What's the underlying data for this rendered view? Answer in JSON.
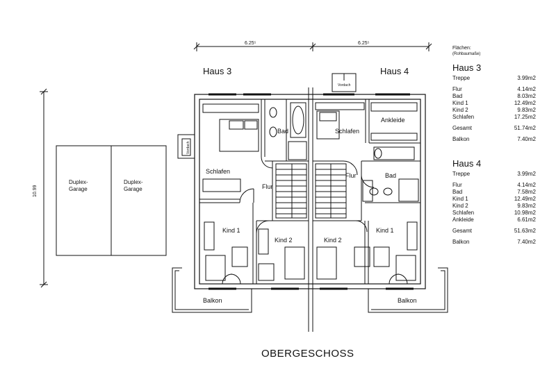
{
  "dimensions": {
    "top_left": "6.25⁵",
    "top_right": "6.25⁵",
    "vertical": "10.99"
  },
  "garage": {
    "label_1": "Duplex-\nGarage",
    "label_2": "Duplex-\nGarage"
  },
  "haus3": {
    "title": "Haus 3",
    "rooms": {
      "bad": "Bad",
      "schlafen": "Schlafen",
      "flur": "Flur",
      "kind1": "Kind 1",
      "kind2": "Kind 2",
      "balkon": "Balkon",
      "vordach": "Vordach"
    }
  },
  "haus4": {
    "title": "Haus 4",
    "rooms": {
      "schlafen": "Schlafen",
      "ankleide": "Ankleide",
      "flur": "Flur",
      "bad": "Bad",
      "kind1": "Kind 1",
      "kind2": "Kind 2",
      "balkon": "Balkon",
      "vordach": "Vordach"
    }
  },
  "floor_title": "OBERGESCHOSS",
  "areas": {
    "header": "Flächen:",
    "subheader": "(Rohbaumaße)",
    "haus3": {
      "title": "Haus 3",
      "treppe": [
        "Treppe",
        "3.99m2"
      ],
      "rows": [
        [
          "Flur",
          "4.14m2"
        ],
        [
          "Bad",
          "8.03m2"
        ],
        [
          "Kind 1",
          "12.49m2"
        ],
        [
          "Kind 2",
          "9.83m2"
        ],
        [
          "Schlafen",
          "17.25m2"
        ]
      ],
      "gesamt": [
        "Gesamt",
        "51.74m2"
      ],
      "balkon": [
        "Balkon",
        "7.40m2"
      ]
    },
    "haus4": {
      "title": "Haus 4",
      "treppe": [
        "Treppe",
        "3.99m2"
      ],
      "rows": [
        [
          "Flur",
          "4.14m2"
        ],
        [
          "Bad",
          "7.58m2"
        ],
        [
          "Kind 1",
          "12.49m2"
        ],
        [
          "Kind 2",
          "9.83m2"
        ],
        [
          "Schlafen",
          "10.98m2"
        ],
        [
          "Ankleide",
          "6.61m2"
        ]
      ],
      "gesamt": [
        "Gesamt",
        "51.63m2"
      ],
      "balkon": [
        "Balkon",
        "7.40m2"
      ]
    }
  }
}
